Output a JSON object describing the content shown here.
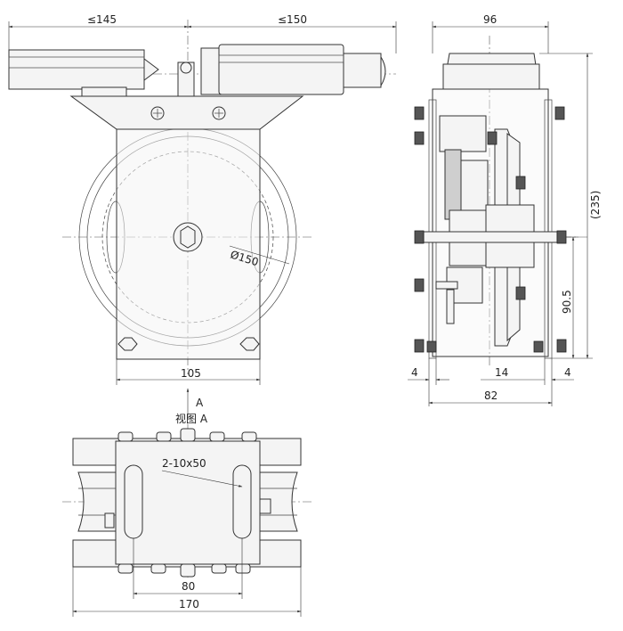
{
  "dimensions": {
    "top_left_width": "≤145",
    "top_right_width": "≤150",
    "sheave_diameter": "Ø150",
    "base_width": "105",
    "side_width": "96",
    "side_height": "(235)",
    "side_axis_height": "90.5",
    "side_left_gap": "4",
    "side_middle": "14",
    "side_right_gap": "4",
    "side_depth": "82",
    "slot_spec": "2-10x50",
    "bottom_hole_spacing": "80",
    "bottom_total_width": "170"
  },
  "view_marker": {
    "letter": "A",
    "label": "视图 A"
  }
}
